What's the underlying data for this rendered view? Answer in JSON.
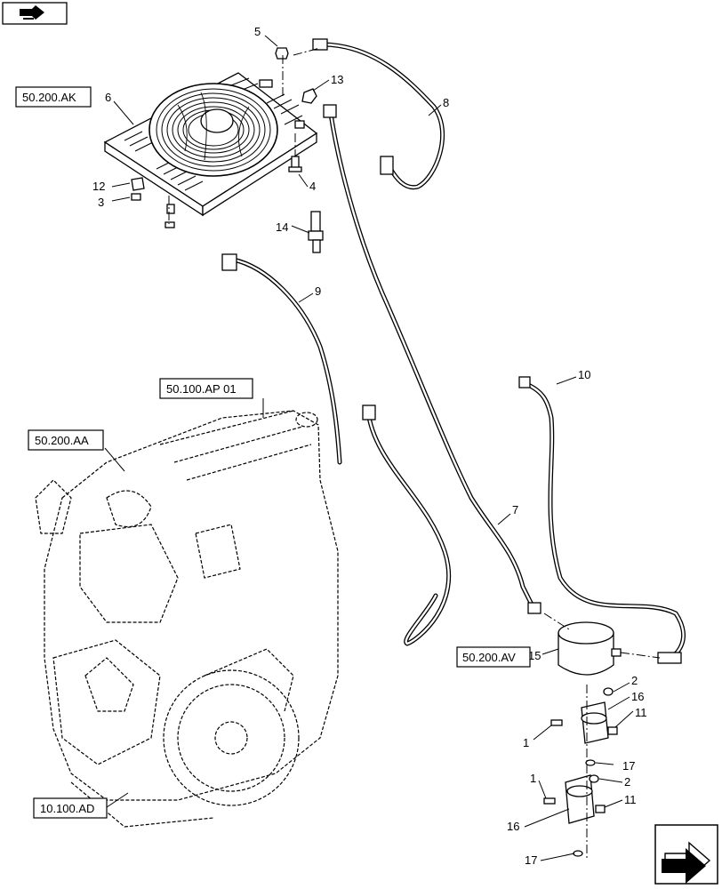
{
  "callouts": [
    {
      "id": "c-5",
      "text": "5"
    },
    {
      "id": "c-6",
      "text": "6"
    },
    {
      "id": "c-13",
      "text": "13"
    },
    {
      "id": "c-8",
      "text": "8"
    },
    {
      "id": "c-12",
      "text": "12"
    },
    {
      "id": "c-3",
      "text": "3"
    },
    {
      "id": "c-4",
      "text": "4"
    },
    {
      "id": "c-14",
      "text": "14"
    },
    {
      "id": "c-9",
      "text": "9"
    },
    {
      "id": "c-10",
      "text": "10"
    },
    {
      "id": "c-7",
      "text": "7"
    },
    {
      "id": "c-15",
      "text": "15"
    },
    {
      "id": "c-2a",
      "text": "2"
    },
    {
      "id": "c-16a",
      "text": "16"
    },
    {
      "id": "c-11a",
      "text": "11"
    },
    {
      "id": "c-1a",
      "text": "1"
    },
    {
      "id": "c-17a",
      "text": "17"
    },
    {
      "id": "c-1b",
      "text": "1"
    },
    {
      "id": "c-2b",
      "text": "2"
    },
    {
      "id": "c-11b",
      "text": "11"
    },
    {
      "id": "c-16b",
      "text": "16"
    },
    {
      "id": "c-17b",
      "text": "17"
    }
  ],
  "references": [
    {
      "id": "ref-ak",
      "text": "50.200.AK"
    },
    {
      "id": "ref-ap",
      "text": "50.100.AP 01"
    },
    {
      "id": "ref-aa",
      "text": "50.200.AA"
    },
    {
      "id": "ref-av",
      "text": "50.200.AV"
    },
    {
      "id": "ref-ad",
      "text": "10.100.AD"
    }
  ],
  "icons": {
    "top_left": "book-arrow-icon",
    "bottom_right": "next-page-arrow-icon"
  },
  "colors": {
    "ink": "#000000",
    "paper": "#ffffff"
  }
}
